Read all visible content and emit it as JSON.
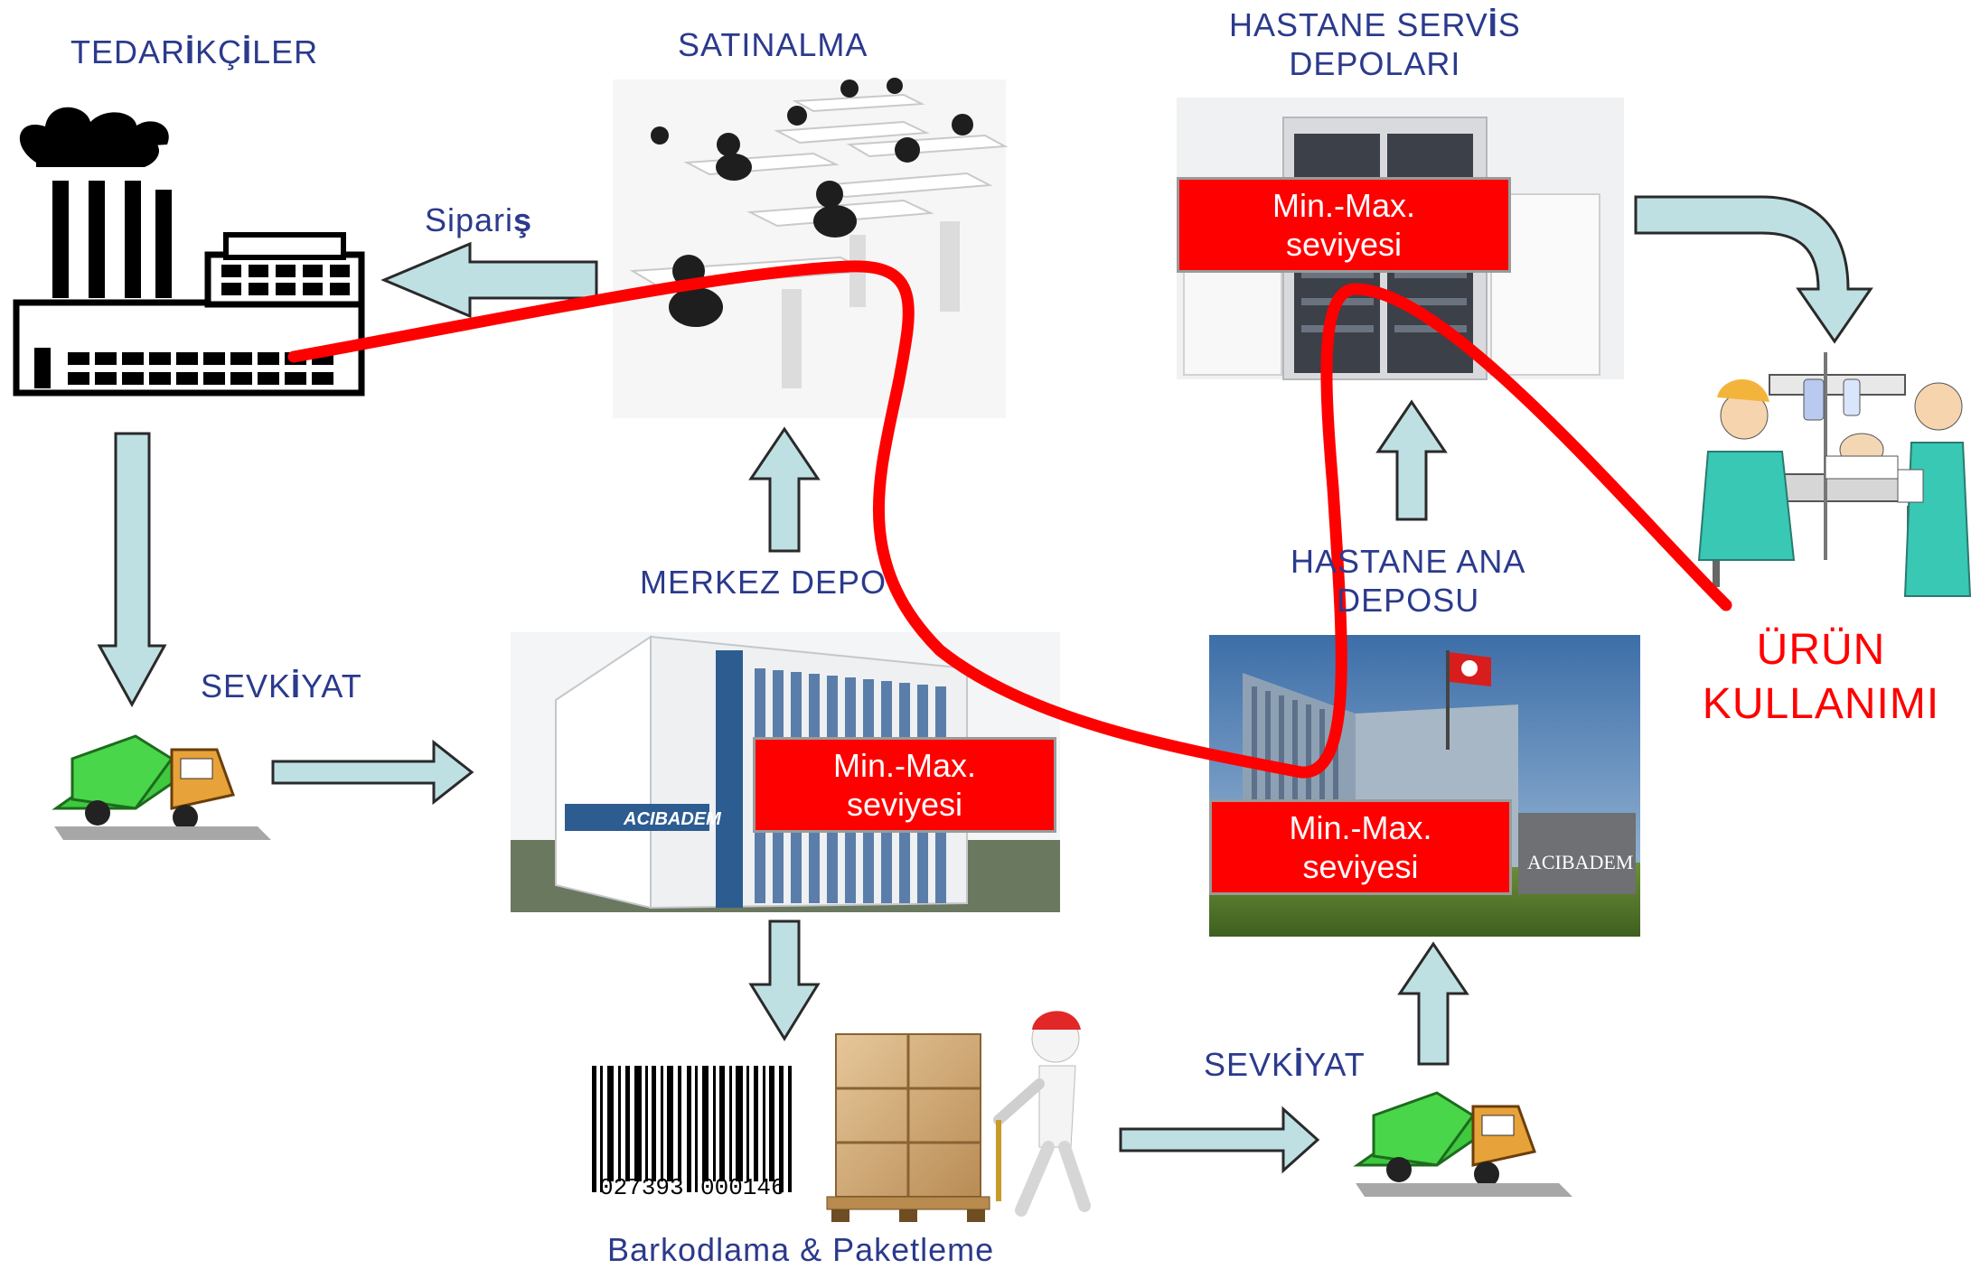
{
  "nodes": {
    "suppliers": {
      "pre": "TEDAR",
      "b1": "İ",
      "mid": "KÇ",
      "b2": "İ",
      "post": "LER"
    },
    "purchasing": "SATINALMA",
    "service_depots": {
      "line1_pre": "HASTANE SERV",
      "line1_b": "İ",
      "line1_post": "S",
      "line2": "DEPOLARI"
    },
    "central_depot": "MERKEZ DEPO",
    "main_depot": {
      "line1": "HASTANE ANA",
      "line2": "DEPOSU"
    },
    "usage": {
      "line1": "ÜRÜN",
      "line2": "KULLANIMI"
    },
    "order": {
      "pre": "Sipari",
      "b": "ş"
    },
    "shipment_1": {
      "pre": "SEVK",
      "b": "İ",
      "post": "YAT"
    },
    "shipment_2": {
      "pre": "SEVK",
      "b": "İ",
      "post": "YAT"
    },
    "barcoding": "Barkodlama & Paketleme",
    "barcode_digits": {
      "left": "027393",
      "right": "000146"
    },
    "building_logo_1": "ACIBADEM",
    "building_logo_2": "ACIBADEM"
  },
  "minmax": {
    "line1": "Min.-Max.",
    "line2": "seviyesi"
  },
  "colors": {
    "arrow_fill": "#bfe0e3",
    "arrow_stroke": "#2a2a2a",
    "red_line": "#ff0000",
    "label_text": "#2b3a8c"
  }
}
